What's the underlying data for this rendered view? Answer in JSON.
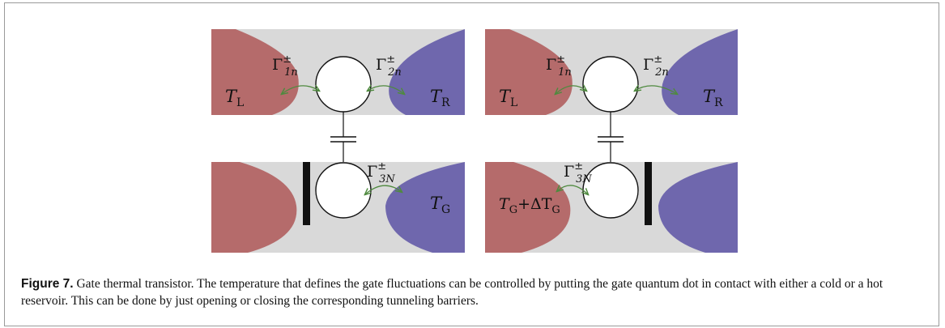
{
  "figure": {
    "label": "Figure 7.",
    "caption": "Gate thermal transistor. The temperature that defines the gate fluctuations can be controlled by putting the gate quantum dot in contact with either a cold or a hot reservoir. This can be done by just opening or closing the corresponding tunneling barriers."
  },
  "diagram": {
    "colors": {
      "background": "#d9d9d9",
      "hot": "#b56b6b",
      "cold": "#6f67ad",
      "arrow": "#4f8a3f",
      "barrier": "#111111"
    },
    "left_panel": {
      "gamma_1": {
        "main": "Γ",
        "sup": "±",
        "sub": "1n"
      },
      "gamma_2": {
        "main": "Γ",
        "sup": "±",
        "sub": "2n"
      },
      "gamma_3": {
        "main": "Γ",
        "sup": "±",
        "sub": "3N"
      },
      "temp_left": {
        "main": "T",
        "sub": "L"
      },
      "temp_right": {
        "main": "T",
        "sub": "R"
      },
      "temp_gate": {
        "main": "T",
        "sub": "G"
      }
    },
    "right_panel": {
      "gamma_1": {
        "main": "Γ",
        "sup": "±",
        "sub": "1n"
      },
      "gamma_2": {
        "main": "Γ",
        "sup": "±",
        "sub": "2n"
      },
      "gamma_3": {
        "main": "Γ",
        "sup": "±",
        "sub": "3N"
      },
      "temp_left": {
        "main": "T",
        "sub": "L"
      },
      "temp_right": {
        "main": "T",
        "sub": "R"
      },
      "temp_gate": {
        "main": "T",
        "sub": "G",
        "extra": "+ΔT",
        "extra_sub": "G"
      }
    }
  }
}
